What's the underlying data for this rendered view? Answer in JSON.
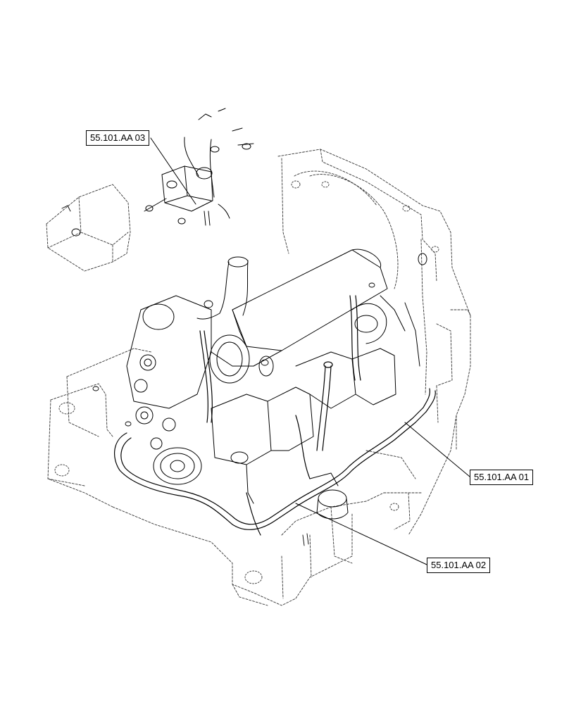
{
  "callouts": [
    {
      "id": "03",
      "label": "55.101.AA 03"
    },
    {
      "id": "01",
      "label": "55.101.AA 01"
    },
    {
      "id": "02",
      "label": "55.101.AA 02"
    }
  ],
  "colors": {
    "line": "#000000",
    "ghost": "#333333",
    "background": "#ffffff"
  }
}
